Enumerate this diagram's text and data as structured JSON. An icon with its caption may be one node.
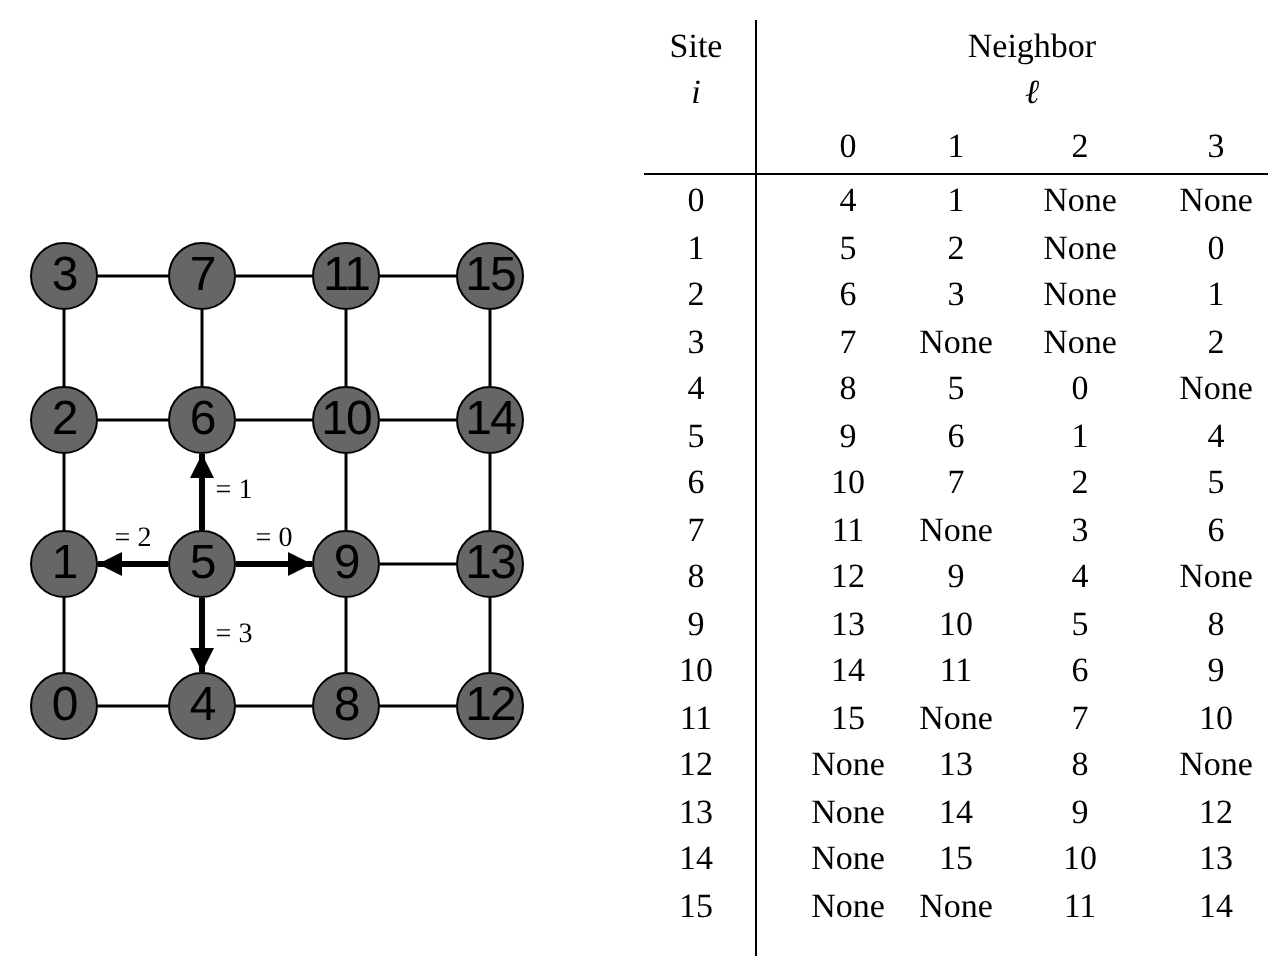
{
  "diagram": {
    "nodes": [
      {
        "text": [
          "3"
        ]
      },
      {
        "text": [
          "7"
        ]
      },
      {
        "text": [
          "11"
        ]
      },
      {
        "text": [
          "15"
        ]
      },
      {
        "text": [
          "2"
        ]
      },
      {
        "text": [
          "6"
        ]
      },
      {
        "text": [
          "10"
        ]
      },
      {
        "text": [
          "14"
        ]
      },
      {
        "text": [
          "1"
        ]
      },
      {
        "text": [
          "5"
        ]
      },
      {
        "text": [
          "9"
        ]
      },
      {
        "text": [
          "13"
        ]
      },
      {
        "text": [
          "0"
        ]
      },
      {
        "text": [
          "4"
        ]
      },
      {
        "text": [
          "8"
        ]
      },
      {
        "text": [
          "12"
        ]
      }
    ],
    "edges": [
      {
        "from": 0,
        "to": 1,
        "arrow": "none"
      },
      {
        "from": 1,
        "to": 2,
        "arrow": "none"
      },
      {
        "from": 2,
        "to": 3,
        "arrow": "none"
      },
      {
        "from": 4,
        "to": 5,
        "arrow": "none"
      },
      {
        "from": 5,
        "to": 6,
        "arrow": "none"
      },
      {
        "from": 6,
        "to": 7,
        "arrow": "none"
      },
      {
        "from": 10,
        "to": 11,
        "arrow": "none"
      },
      {
        "from": 12,
        "to": 13,
        "arrow": "none"
      },
      {
        "from": 13,
        "to": 14,
        "arrow": "none"
      },
      {
        "from": 14,
        "to": 15,
        "arrow": "none"
      },
      {
        "from": 0,
        "to": 4,
        "arrow": "none"
      },
      {
        "from": 4,
        "to": 8,
        "arrow": "none"
      },
      {
        "from": 8,
        "to": 12,
        "arrow": "none"
      },
      {
        "from": 1,
        "to": 5,
        "arrow": "none"
      },
      {
        "from": 2,
        "to": 6,
        "arrow": "none"
      },
      {
        "from": 6,
        "to": 10,
        "arrow": "none"
      },
      {
        "from": 10,
        "to": 14,
        "arrow": "none"
      },
      {
        "from": 3,
        "to": 7,
        "arrow": "none"
      },
      {
        "from": 7,
        "to": 11,
        "arrow": "none"
      },
      {
        "from": 11,
        "to": 15,
        "arrow": "none"
      },
      {
        "from": 9,
        "to": 10,
        "arrow": "to",
        "label": "= 0",
        "style": "thick"
      },
      {
        "from": 9,
        "to": 5,
        "arrow": "to",
        "label": "= 1",
        "style": "thick"
      },
      {
        "from": 9,
        "to": 8,
        "arrow": "to",
        "label": "= 2",
        "style": "thick"
      },
      {
        "from": 9,
        "to": 13,
        "arrow": "to",
        "label": "= 3",
        "style": "thick"
      }
    ],
    "labels": [
      "Site",
      "Neighbor",
      "i",
      "ℓ",
      "0",
      "1",
      "2",
      "3",
      "0",
      "4",
      "1",
      "None",
      "None",
      "1",
      "5",
      "2",
      "None",
      "0",
      "2",
      "6",
      "3",
      "None",
      "1",
      "3",
      "7",
      "None",
      "None",
      "2",
      "4",
      "8",
      "5",
      "0",
      "None",
      "5",
      "9",
      "6",
      "1",
      "4",
      "6",
      "10",
      "7",
      "2",
      "5",
      "7",
      "11",
      "None",
      "3",
      "6",
      "8",
      "12",
      "9",
      "4",
      "None",
      "9",
      "13",
      "10",
      "5",
      "8",
      "10",
      "14",
      "11",
      "6",
      "9",
      "11",
      "15",
      "None",
      "7",
      "10",
      "12",
      "None",
      "13",
      "8",
      "None",
      "13",
      "None",
      "14",
      "9",
      "12",
      "14",
      "None",
      "15",
      "10",
      "13",
      "15",
      "None",
      "None",
      "11",
      "14"
    ]
  }
}
